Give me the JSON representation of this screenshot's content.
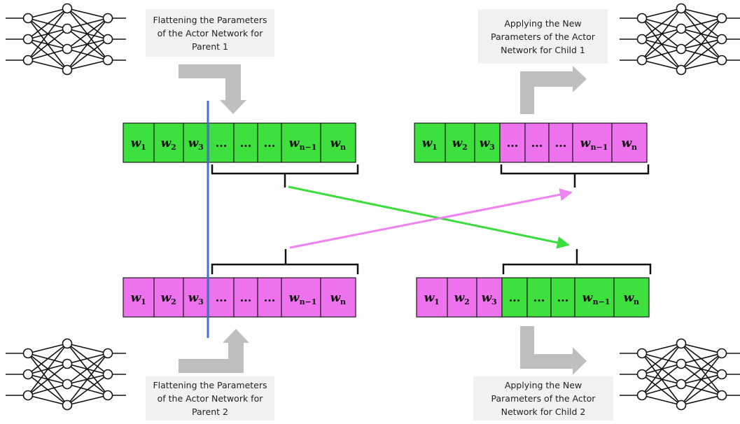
{
  "captions": {
    "parent1": [
      "Flattening the Parameters",
      "of the Actor Network for",
      "Parent 1"
    ],
    "parent2": [
      "Flattening the Parameters",
      "of the Actor Network for",
      "Parent 2"
    ],
    "child1": [
      "Applying the New",
      "Parameters of the Actor",
      "Network for Child 1"
    ],
    "child2": [
      "Applying the New",
      "Parameters of the Actor",
      "Network for Child 2"
    ]
  },
  "vectors": {
    "parent1": {
      "name": "parent1-vector",
      "cells": [
        {
          "main": "w",
          "sub": "1",
          "color": "green"
        },
        {
          "main": "w",
          "sub": "2",
          "color": "green"
        },
        {
          "main": "w",
          "sub": "3",
          "color": "green"
        },
        {
          "main": "…",
          "sub": "",
          "color": "green"
        },
        {
          "main": "…",
          "sub": "",
          "color": "green"
        },
        {
          "main": "…",
          "sub": "",
          "color": "green"
        },
        {
          "main": "w",
          "sub": "n−1",
          "color": "green"
        },
        {
          "main": "w",
          "sub": "n",
          "color": "green"
        }
      ]
    },
    "parent2": {
      "name": "parent2-vector",
      "cells": [
        {
          "main": "w",
          "sub": "1",
          "color": "magenta"
        },
        {
          "main": "w",
          "sub": "2",
          "color": "magenta"
        },
        {
          "main": "w",
          "sub": "3",
          "color": "magenta"
        },
        {
          "main": "…",
          "sub": "",
          "color": "magenta"
        },
        {
          "main": "…",
          "sub": "",
          "color": "magenta"
        },
        {
          "main": "…",
          "sub": "",
          "color": "magenta"
        },
        {
          "main": "w",
          "sub": "n−1",
          "color": "magenta"
        },
        {
          "main": "w",
          "sub": "n",
          "color": "magenta"
        }
      ]
    },
    "child1": {
      "name": "child1-vector",
      "cells": [
        {
          "main": "w",
          "sub": "1",
          "color": "green"
        },
        {
          "main": "w",
          "sub": "2",
          "color": "green"
        },
        {
          "main": "w",
          "sub": "3",
          "color": "green"
        },
        {
          "main": "…",
          "sub": "",
          "color": "magenta"
        },
        {
          "main": "…",
          "sub": "",
          "color": "magenta"
        },
        {
          "main": "…",
          "sub": "",
          "color": "magenta"
        },
        {
          "main": "w",
          "sub": "n−1",
          "color": "magenta"
        },
        {
          "main": "w",
          "sub": "n",
          "color": "magenta"
        }
      ]
    },
    "child2": {
      "name": "child2-vector",
      "cells": [
        {
          "main": "w",
          "sub": "1",
          "color": "magenta"
        },
        {
          "main": "w",
          "sub": "2",
          "color": "magenta"
        },
        {
          "main": "w",
          "sub": "3",
          "color": "magenta"
        },
        {
          "main": "…",
          "sub": "",
          "color": "green"
        },
        {
          "main": "…",
          "sub": "",
          "color": "green"
        },
        {
          "main": "…",
          "sub": "",
          "color": "green"
        },
        {
          "main": "w",
          "sub": "n−1",
          "color": "green"
        },
        {
          "main": "w",
          "sub": "n",
          "color": "green"
        }
      ]
    }
  },
  "colors": {
    "green": "#3ee03e",
    "magenta": "#ee71ee",
    "crossover_line": "#4472c4",
    "green_arrow": "#3cdc3c",
    "magenta_arrow": "#ee82ee",
    "flow_arrow": "#bfbfbf",
    "caption_bg": "#f1f1f1"
  },
  "icons": {
    "networks": [
      "neural-network-icon-parent1",
      "neural-network-icon-parent2",
      "neural-network-icon-child1",
      "neural-network-icon-child2"
    ]
  }
}
